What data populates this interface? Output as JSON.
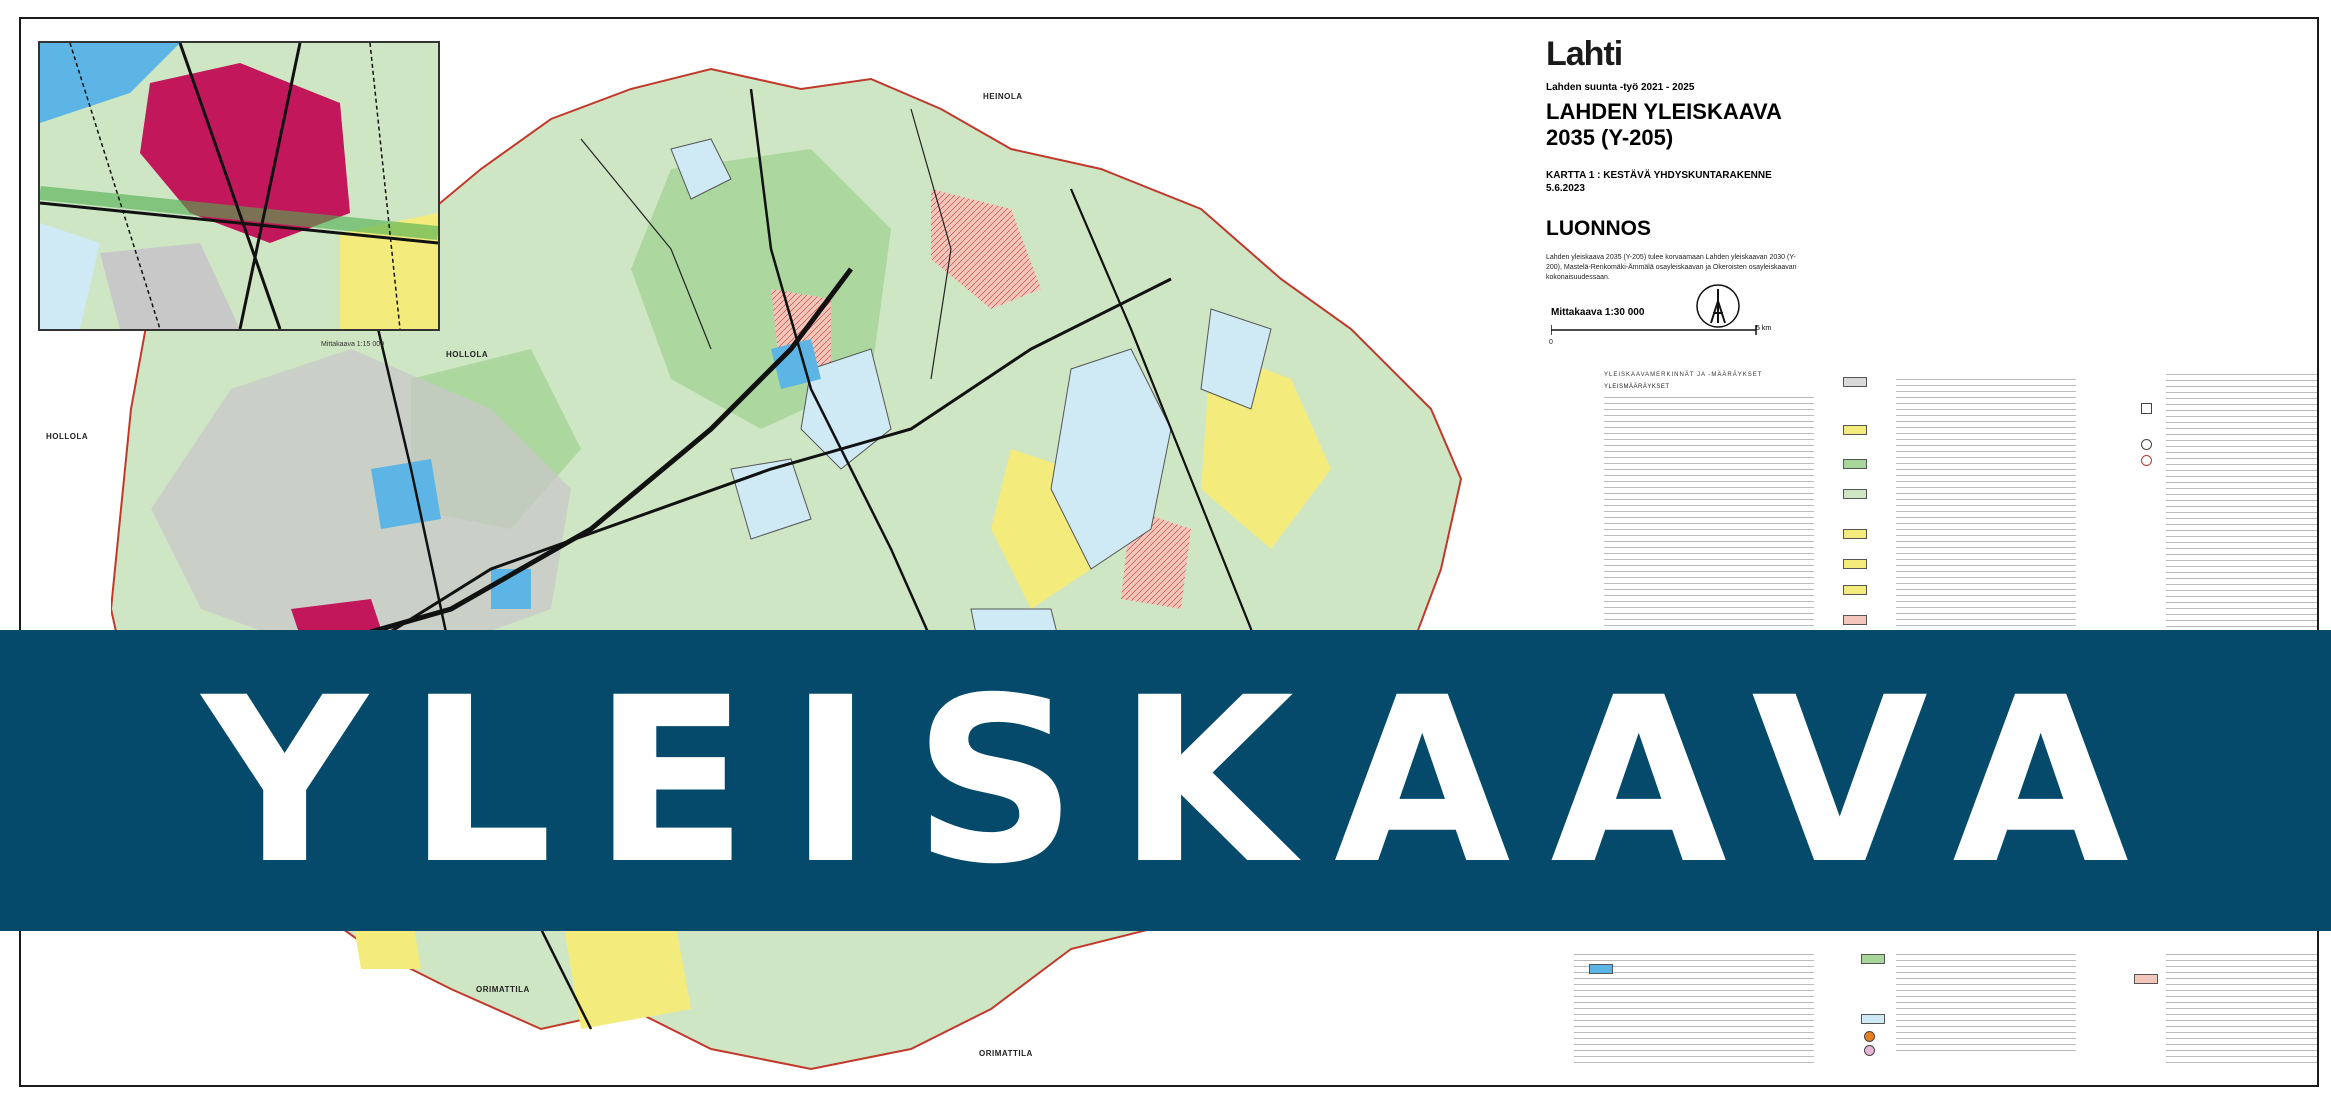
{
  "brand": {
    "logo_text": "Lahti"
  },
  "project": {
    "label": "Lahden suunta -työ 2021 - 2025"
  },
  "map": {
    "title": "LAHDEN YLEISKAAVA 2035 (Y-205)",
    "sheet_title": "KARTTA 1 : KESTÄVÄ YHDYSKUNTARAKENNE 5.6.2023",
    "status": "LUONNOS",
    "description": "Lahden yleiskaava 2035 (Y-205) tulee korvaamaan Lahden yleiskaavan 2030 (Y-200), Mastelä-Renkomäki-Ämmälä osayleiskaavan ja Okeroisten osayleiskaavan kokonaisuudessaan.",
    "scale_label": "Mittakaava 1:30 000",
    "scale_start": "0",
    "scale_end": "5 km",
    "inset_scale": "Mittakaava 1:15 000",
    "place_names": {
      "heinola": "HEINOLA",
      "hollola_1": "HOLLOLA",
      "hollola_2": "HOLLOLA",
      "orimattila_1": "ORIMATTILA",
      "orimattila_2": "ORIMATTILA"
    },
    "legend": {
      "heading": "YLEISKAAVAMERKINNÄT JA -MÄÄRÄYKSET",
      "general_heading": "YLEISMÄÄRÄYKSET"
    },
    "colors": {
      "residential_yellow": "#f3ec7c",
      "green_area": "#cfe6c5",
      "forest_green": "#a7d69a",
      "water_blue": "#cfe9f5",
      "center_red": "#c2185b",
      "business_blue": "#5cb5e5",
      "hatch_pink": "#f3c6bb",
      "road_black": "#111111",
      "border_red": "#c0392b"
    }
  },
  "banner": {
    "text": "YLEISKAAVA",
    "color": "#054a6b"
  }
}
